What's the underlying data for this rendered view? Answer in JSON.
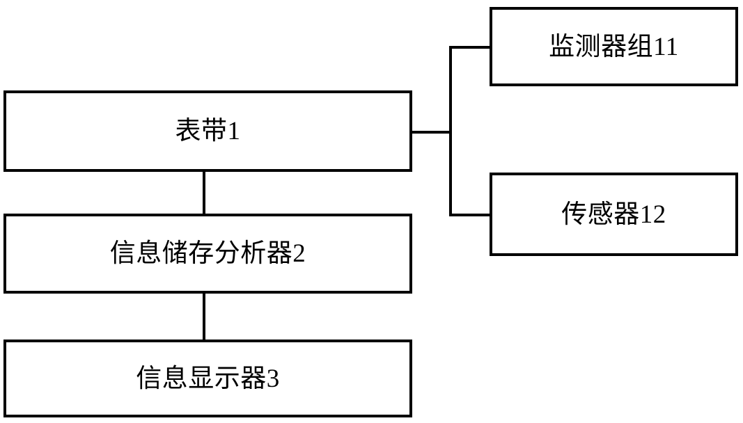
{
  "diagram": {
    "type": "block-diagram",
    "title": "",
    "background_color": "#ffffff",
    "line_color": "#000000",
    "nodes": [
      {
        "id": "watch-band",
        "label": "表带1",
        "reference_number": "1",
        "column": "left",
        "row": 1
      },
      {
        "id": "info-storage-analyzer",
        "label": "信息储存分析器2",
        "reference_number": "2",
        "column": "left",
        "row": 2
      },
      {
        "id": "info-display",
        "label": "信息显示器3",
        "reference_number": "3",
        "column": "left",
        "row": 3
      },
      {
        "id": "monitor-group",
        "label": "监测器组11",
        "reference_number": "11",
        "column": "right",
        "row": 1
      },
      {
        "id": "sensor",
        "label": "传感器12",
        "reference_number": "12",
        "column": "right",
        "row": 2
      }
    ],
    "connections": [
      {
        "from": "watch-band",
        "to": "info-storage-analyzer",
        "style": "vertical"
      },
      {
        "from": "info-storage-analyzer",
        "to": "info-display",
        "style": "vertical"
      },
      {
        "from": "watch-band",
        "to": "monitor-group",
        "style": "branch-up"
      },
      {
        "from": "watch-band",
        "to": "sensor",
        "style": "branch-down"
      }
    ]
  }
}
